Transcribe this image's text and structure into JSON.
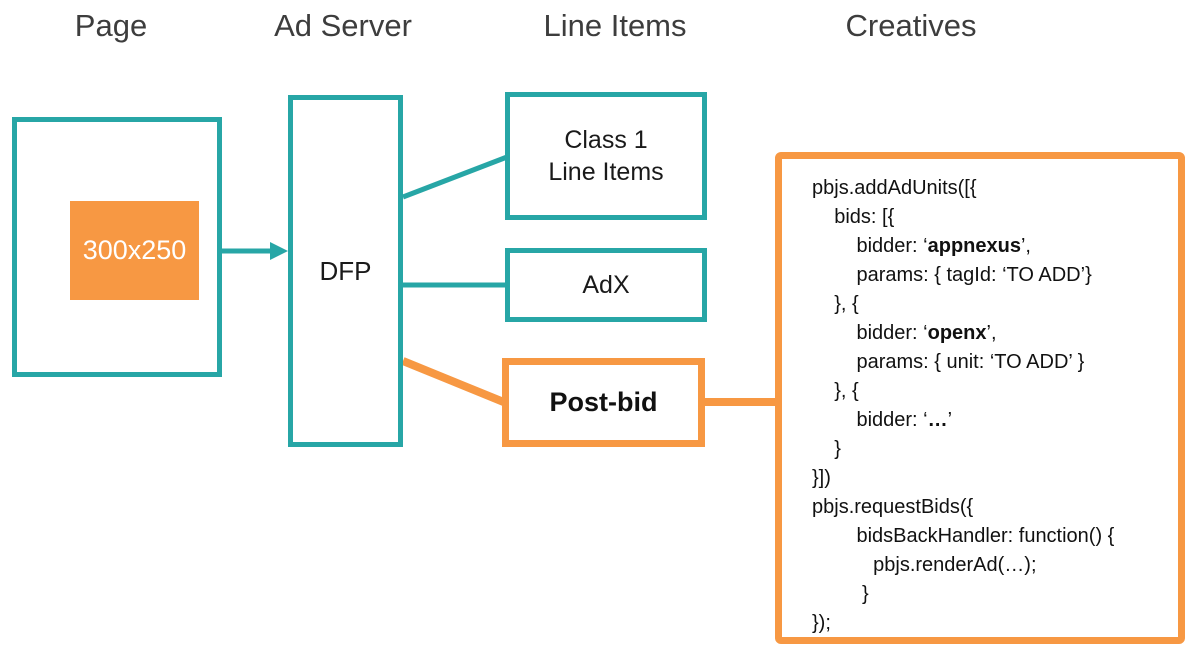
{
  "colors": {
    "teal": "#27A6A6",
    "orange": "#F79843"
  },
  "headers": {
    "page": "Page",
    "ad_server": "Ad Server",
    "line_items": "Line Items",
    "creatives": "Creatives"
  },
  "page_column": {
    "ad_slot_label": "300x250"
  },
  "ad_server_column": {
    "dfp_label": "DFP"
  },
  "line_items_column": {
    "class1_line1": "Class 1",
    "class1_line2": "Line Items",
    "adx_label": "AdX",
    "postbid_label": "Post-bid"
  },
  "creatives_column": {
    "code_lines": [
      [
        {
          "t": "pbjs.addAdUnits([{"
        }
      ],
      [
        {
          "t": "    bids: [{"
        }
      ],
      [
        {
          "t": "        bidder: ‘"
        },
        {
          "t": "appnexus",
          "b": true
        },
        {
          "t": "’,"
        }
      ],
      [
        {
          "t": "        params: { tagId: ‘TO ADD’}"
        }
      ],
      [
        {
          "t": "    }, {"
        }
      ],
      [
        {
          "t": "        bidder: ‘"
        },
        {
          "t": "openx",
          "b": true
        },
        {
          "t": "’,"
        }
      ],
      [
        {
          "t": "        params: { unit: ‘TO ADD’ }"
        }
      ],
      [
        {
          "t": "    }, {"
        }
      ],
      [
        {
          "t": "        bidder: ‘"
        },
        {
          "t": "…",
          "b": true
        },
        {
          "t": "’"
        }
      ],
      [
        {
          "t": "    }"
        }
      ],
      [
        {
          "t": "}])"
        }
      ],
      [
        {
          "t": "pbjs.requestBids({"
        }
      ],
      [
        {
          "t": "        bidsBackHandler: function() {"
        }
      ],
      [
        {
          "t": "           pbjs.renderAd(…);"
        }
      ],
      [
        {
          "t": "         }"
        }
      ],
      [
        {
          "t": "});"
        }
      ]
    ]
  }
}
